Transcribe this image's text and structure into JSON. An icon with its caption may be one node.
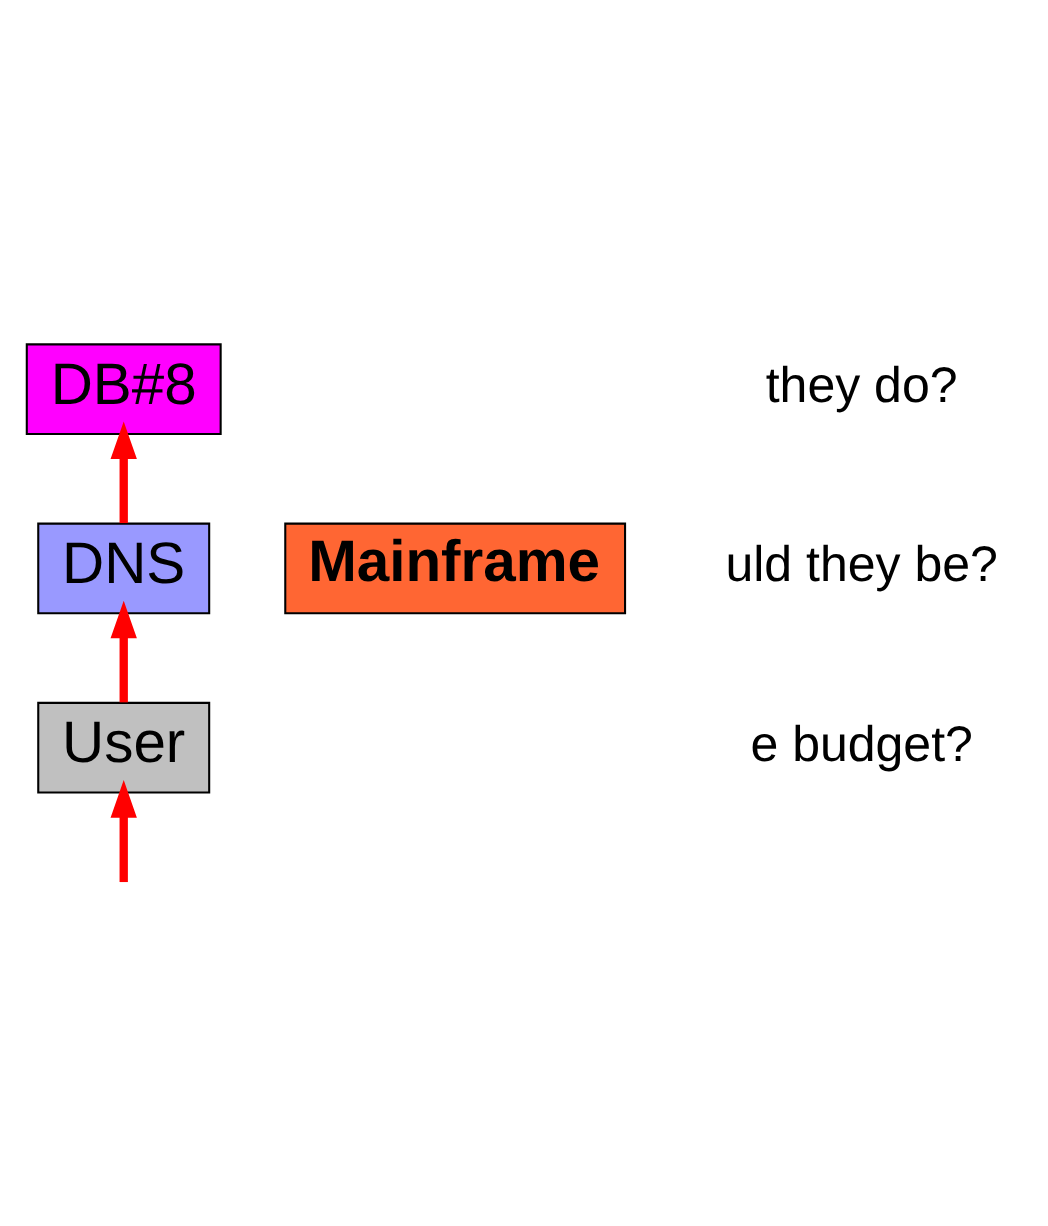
{
  "diagram": {
    "nodes": [
      {
        "text": [
          "DB#8"
        ]
      },
      {
        "text": [
          "Mainframe"
        ]
      },
      {
        "text": [
          "DNS"
        ]
      },
      {
        "text": [
          "User"
        ]
      }
    ],
    "edges": [
      {
        "from": null,
        "to": 3,
        "arrow": "to",
        "color": "#ff0000"
      },
      {
        "from": 3,
        "to": 2,
        "arrow": "to",
        "color": "#ff0000"
      },
      {
        "from": 2,
        "to": 0,
        "arrow": "to",
        "color": "#ff0000"
      }
    ],
    "labels": [
      "they do?",
      "uld they be?",
      "e budget?"
    ]
  }
}
